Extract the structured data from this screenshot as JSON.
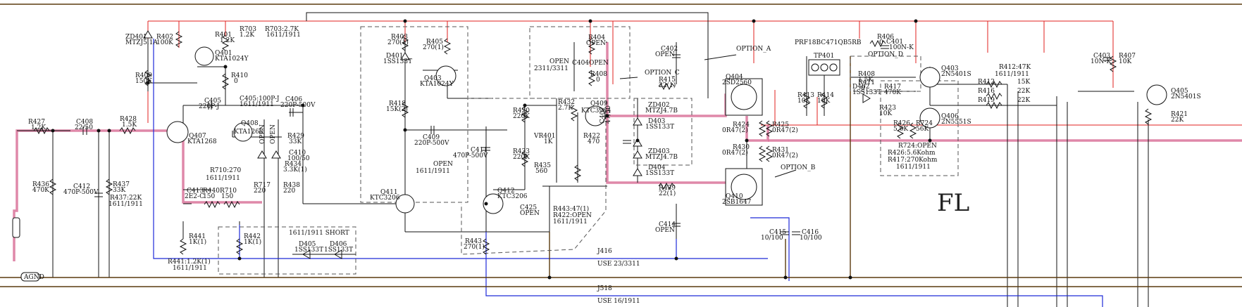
{
  "section_label": "FL",
  "labels": [
    {
      "id": "zd401",
      "t": "ZD401"
    },
    {
      "id": "zd401v",
      "t": "MTZJ5.1A"
    },
    {
      "id": "r402",
      "t": "R402"
    },
    {
      "id": "r402v",
      "t": "100K"
    },
    {
      "id": "r401",
      "t": "R401"
    },
    {
      "id": "r401v",
      "t": "1.2K"
    },
    {
      "id": "r703",
      "t": "R703"
    },
    {
      "id": "r703v",
      "t": "1.2K"
    },
    {
      "id": "r703n",
      "t": "R703:2.7K"
    },
    {
      "id": "r703m",
      "t": "1611/1911"
    },
    {
      "id": "q401",
      "t": "Q401"
    },
    {
      "id": "q401v",
      "t": "KTA1024Y"
    },
    {
      "id": "r409",
      "t": "R409"
    },
    {
      "id": "r409v",
      "t": "150K"
    },
    {
      "id": "r410",
      "t": "R410"
    },
    {
      "id": "r410v",
      "t": "0"
    },
    {
      "id": "c405",
      "t": "C405"
    },
    {
      "id": "c405v",
      "t": "220P-J"
    },
    {
      "id": "c405n",
      "t": "C405:100P-J"
    },
    {
      "id": "c405m",
      "t": "1611/1911"
    },
    {
      "id": "c406",
      "t": "C406"
    },
    {
      "id": "c406v",
      "t": "220P-500V"
    },
    {
      "id": "r427",
      "t": "R427"
    },
    {
      "id": "r427v",
      "t": "1.2K"
    },
    {
      "id": "c408",
      "t": "C408"
    },
    {
      "id": "c408v",
      "t": "22/50"
    },
    {
      "id": "r428",
      "t": "R428"
    },
    {
      "id": "r428v",
      "t": "1.5K"
    },
    {
      "id": "q407",
      "t": "Q407"
    },
    {
      "id": "q407v",
      "t": "KTA1268"
    },
    {
      "id": "q408",
      "t": "Q408"
    },
    {
      "id": "q408v",
      "t": "KTA1268"
    },
    {
      "id": "open1",
      "t": "OPEN"
    },
    {
      "id": "open2",
      "t": "OPEN"
    },
    {
      "id": "r429",
      "t": "R429"
    },
    {
      "id": "r429v",
      "t": "33K"
    },
    {
      "id": "c410",
      "t": "C410"
    },
    {
      "id": "c410v",
      "t": "100/50"
    },
    {
      "id": "r434",
      "t": "R434"
    },
    {
      "id": "r434v",
      "t": "3.3K(1)"
    },
    {
      "id": "r710n",
      "t": "R710:270"
    },
    {
      "id": "r710m",
      "t": "1611/1911"
    },
    {
      "id": "r436",
      "t": "R436"
    },
    {
      "id": "r436v",
      "t": "470K"
    },
    {
      "id": "c412",
      "t": "C412"
    },
    {
      "id": "c412v",
      "t": "470P-500V"
    },
    {
      "id": "r437",
      "t": "R437"
    },
    {
      "id": "r437v",
      "t": "33K"
    },
    {
      "id": "r437n",
      "t": "R437:22K"
    },
    {
      "id": "r437m",
      "t": "1611/1911"
    },
    {
      "id": "c413",
      "t": "C413"
    },
    {
      "id": "c413v",
      "t": "2E2-C"
    },
    {
      "id": "r440",
      "t": "R440"
    },
    {
      "id": "r440v",
      "t": "150"
    },
    {
      "id": "r710",
      "t": "R710"
    },
    {
      "id": "r710v",
      "t": "150"
    },
    {
      "id": "r717",
      "t": "R717"
    },
    {
      "id": "r717v",
      "t": "220"
    },
    {
      "id": "r438",
      "t": "R438"
    },
    {
      "id": "r438v",
      "t": "220"
    },
    {
      "id": "r441",
      "t": "R441"
    },
    {
      "id": "r441v",
      "t": "1K(1)"
    },
    {
      "id": "r442",
      "t": "R442"
    },
    {
      "id": "r442v",
      "t": "1K(1)"
    },
    {
      "id": "r441n",
      "t": "R441:1.2K(1)"
    },
    {
      "id": "r441m",
      "t": "1611/1911"
    },
    {
      "id": "short",
      "t": "1611/1911 SHORT"
    },
    {
      "id": "d405",
      "t": "D405"
    },
    {
      "id": "d405v",
      "t": "1SS133T"
    },
    {
      "id": "d406",
      "t": "D406"
    },
    {
      "id": "d406v",
      "t": "1SS133T"
    },
    {
      "id": "r403",
      "t": "R403"
    },
    {
      "id": "r403v",
      "t": "270(1)"
    },
    {
      "id": "r405",
      "t": "R405"
    },
    {
      "id": "r405v",
      "t": "270(1)"
    },
    {
      "id": "d401",
      "t": "D401"
    },
    {
      "id": "d401v",
      "t": "1SS133T"
    },
    {
      "id": "q403",
      "t": "Q403"
    },
    {
      "id": "q403v",
      "t": "KTA1024Y"
    },
    {
      "id": "r418",
      "t": "R418"
    },
    {
      "id": "r418v",
      "t": "15K(2)"
    },
    {
      "id": "c409",
      "t": "C409"
    },
    {
      "id": "c409v",
      "t": "220P-500V"
    },
    {
      "id": "open3",
      "t": "OPEN"
    },
    {
      "id": "open3m",
      "t": "1611/1911"
    },
    {
      "id": "q411",
      "t": "Q411"
    },
    {
      "id": "q411v",
      "t": "KTC3206"
    },
    {
      "id": "r404",
      "t": "R404"
    },
    {
      "id": "r404v",
      "t": "OPEN"
    },
    {
      "id": "c404",
      "t": "C404"
    },
    {
      "id": "c404v",
      "t": "OPEN"
    },
    {
      "id": "open4",
      "t": "OPEN"
    },
    {
      "id": "open4m",
      "t": "2311/3311"
    },
    {
      "id": "r408",
      "t": "R408"
    },
    {
      "id": "r408v",
      "t": "0"
    },
    {
      "id": "r420",
      "t": "R420"
    },
    {
      "id": "r420v",
      "t": "220K"
    },
    {
      "id": "r432",
      "t": "R432"
    },
    {
      "id": "r432v",
      "t": "2.7K"
    },
    {
      "id": "q409",
      "t": "Q409"
    },
    {
      "id": "q409v",
      "t": "KTC3964"
    },
    {
      "id": "vr401",
      "t": "VR401"
    },
    {
      "id": "vr401v",
      "t": "1K"
    },
    {
      "id": "r422",
      "t": "R422"
    },
    {
      "id": "r422v",
      "t": "470"
    },
    {
      "id": "c411",
      "t": "C411"
    },
    {
      "id": "c411v",
      "t": "470P-500V"
    },
    {
      "id": "r433",
      "t": "R433"
    },
    {
      "id": "r433v",
      "t": "220K"
    },
    {
      "id": "r435",
      "t": "R435"
    },
    {
      "id": "r435v",
      "t": "560"
    },
    {
      "id": "q412",
      "t": "Q412"
    },
    {
      "id": "q412v",
      "t": "KTC3206"
    },
    {
      "id": "c425",
      "t": "C425"
    },
    {
      "id": "c425v",
      "t": "OPEN"
    },
    {
      "id": "r443n",
      "t": "R443:47(1)"
    },
    {
      "id": "r422n",
      "t": "R422:OPEN"
    },
    {
      "id": "r443m",
      "t": "1611/1911"
    },
    {
      "id": "r443",
      "t": "R443"
    },
    {
      "id": "r443v",
      "t": "270(1)"
    },
    {
      "id": "c402",
      "t": "C402"
    },
    {
      "id": "c402v",
      "t": "OPEN"
    },
    {
      "id": "optc",
      "t": "OPTION_C"
    },
    {
      "id": "r415",
      "t": "R415"
    },
    {
      "id": "r415v",
      "t": "22(1)"
    },
    {
      "id": "c407",
      "t": "C407"
    },
    {
      "id": "c407v",
      "t": "47/50"
    },
    {
      "id": "zd402",
      "t": "ZD402"
    },
    {
      "id": "zd402v",
      "t": "MTZJ4.7B"
    },
    {
      "id": "d403",
      "t": "D403"
    },
    {
      "id": "d403v",
      "t": "1SS133T"
    },
    {
      "id": "zd403",
      "t": "ZD403"
    },
    {
      "id": "zd403v",
      "t": "MTZJ4.7B"
    },
    {
      "id": "d404",
      "t": "D404"
    },
    {
      "id": "d404v",
      "t": "1SS133T"
    },
    {
      "id": "r439",
      "t": "R439"
    },
    {
      "id": "r439v",
      "t": "22(1)"
    },
    {
      "id": "c414",
      "t": "C414"
    },
    {
      "id": "c414v",
      "t": "OPEN"
    },
    {
      "id": "opta",
      "t": "OPTION_A"
    },
    {
      "id": "q404",
      "t": "Q404"
    },
    {
      "id": "q404v",
      "t": "2SD2560"
    },
    {
      "id": "optb",
      "t": "OPTION_B"
    },
    {
      "id": "q410",
      "t": "Q410"
    },
    {
      "id": "q410v",
      "t": "2SB1647"
    },
    {
      "id": "r424",
      "t": "R424"
    },
    {
      "id": "r424v",
      "t": "0R47(2)"
    },
    {
      "id": "r425",
      "t": "R425"
    },
    {
      "id": "r425v",
      "t": "0R47(2)"
    },
    {
      "id": "r430",
      "t": "R430"
    },
    {
      "id": "r430v",
      "t": "0R47(2)"
    },
    {
      "id": "r431",
      "t": "R431"
    },
    {
      "id": "r431v",
      "t": "0R47(2)"
    },
    {
      "id": "tp401",
      "t": "TP401"
    },
    {
      "id": "r413",
      "t": "R413"
    },
    {
      "id": "r413v",
      "t": "10K"
    },
    {
      "id": "r414",
      "t": "R414"
    },
    {
      "id": "r414v",
      "t": "10K"
    },
    {
      "id": "prf",
      "t": "PRF18BC471QB5RB"
    },
    {
      "id": "r406",
      "t": "R406"
    },
    {
      "id": "r406v",
      "t": "0"
    },
    {
      "id": "c401",
      "t": "C401"
    },
    {
      "id": "c401v",
      "t": "100N-K"
    },
    {
      "id": "optd",
      "t": "OPTION_D"
    },
    {
      "id": "r408b",
      "t": "R408"
    },
    {
      "id": "r408bv",
      "t": "1.5K"
    },
    {
      "id": "r411",
      "t": "R411"
    },
    {
      "id": "r411v",
      "t": "0"
    },
    {
      "id": "d402",
      "t": "D402"
    },
    {
      "id": "d402v",
      "t": "1SS133T"
    },
    {
      "id": "r417",
      "t": "R417"
    },
    {
      "id": "r417v",
      "t": "470K"
    },
    {
      "id": "r423",
      "t": "R423"
    },
    {
      "id": "r423v",
      "t": "10K"
    },
    {
      "id": "r426",
      "t": "R426"
    },
    {
      "id": "r426v",
      "t": "5.6K"
    },
    {
      "id": "r724",
      "t": "R724"
    },
    {
      "id": "r724v",
      "t": "56K"
    },
    {
      "id": "r724n",
      "t": "R724:OPEN"
    },
    {
      "id": "r426n",
      "t": "R426:5.6Kohm"
    },
    {
      "id": "r417n",
      "t": "R417:270Kohm"
    },
    {
      "id": "r417m",
      "t": "1611/1911"
    },
    {
      "id": "q403b",
      "t": "Q403"
    },
    {
      "id": "q403bv",
      "t": "2N5401S"
    },
    {
      "id": "q406",
      "t": "Q406"
    },
    {
      "id": "q406v",
      "t": "2N5551S"
    },
    {
      "id": "r412n",
      "t": "R412:47K"
    },
    {
      "id": "r412m",
      "t": "1611/1911"
    },
    {
      "id": "r412",
      "t": "R412"
    },
    {
      "id": "r412v",
      "t": "15K"
    },
    {
      "id": "r416",
      "t": "R416"
    },
    {
      "id": "r416v",
      "t": "22K"
    },
    {
      "id": "r419",
      "t": "R419"
    },
    {
      "id": "r419v",
      "t": "22K"
    },
    {
      "id": "c403",
      "t": "C403"
    },
    {
      "id": "c403v",
      "t": "10N-K"
    },
    {
      "id": "r407",
      "t": "R407"
    },
    {
      "id": "r407v",
      "t": "10K"
    },
    {
      "id": "q405",
      "t": "Q405"
    },
    {
      "id": "q405v",
      "t": "2N5401S"
    },
    {
      "id": "r421",
      "t": "R421"
    },
    {
      "id": "r421v",
      "t": "22K"
    },
    {
      "id": "c415",
      "t": "C415"
    },
    {
      "id": "c415v",
      "t": "10/100"
    },
    {
      "id": "c416",
      "t": "C416"
    },
    {
      "id": "c416v",
      "t": "10/100"
    },
    {
      "id": "j416",
      "t": "J416"
    },
    {
      "id": "j416v",
      "t": "USE 23/3311"
    },
    {
      "id": "j518",
      "t": "J518"
    },
    {
      "id": "j518v",
      "t": "USE 16/1911"
    },
    {
      "id": "agnd",
      "t": "AGND"
    }
  ]
}
